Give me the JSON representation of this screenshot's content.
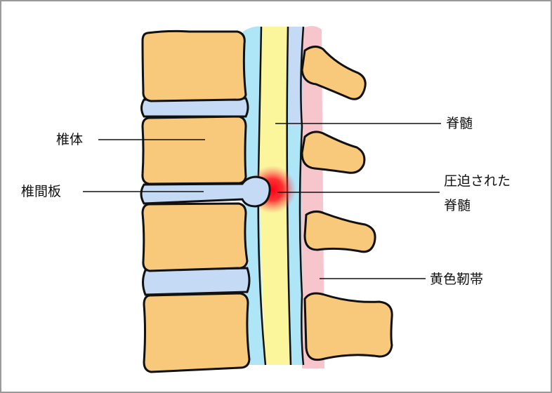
{
  "labels": {
    "vertebral_body": "椎体",
    "intervertebral_disc": "椎間板",
    "spinal_cord": "脊髄",
    "compressed_cord_line1": "圧迫された",
    "compressed_cord_line2": "脊髄",
    "ligamentum_flavum": "黄色靭帯"
  },
  "colors": {
    "bone": "#f8c97a",
    "disc": "#c4daf5",
    "csf": "#aee6f8",
    "cord": "#fbf59c",
    "ligament": "#f7c6cc",
    "compression": "#ff1020",
    "frame": "#9a9a9a"
  }
}
